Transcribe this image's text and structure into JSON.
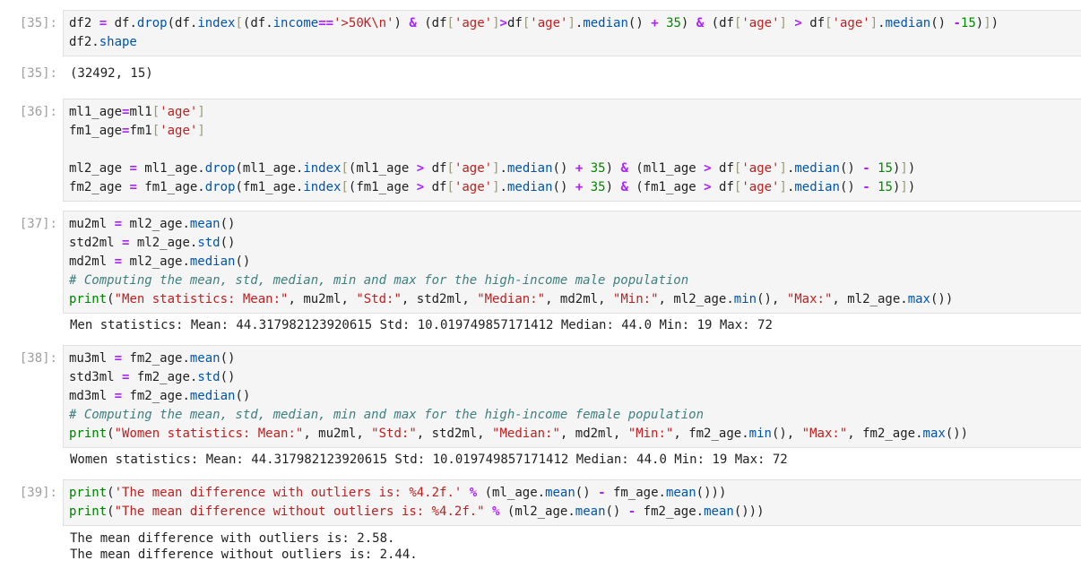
{
  "cells": [
    {
      "prompt": "[35]:",
      "out_prompt": "[35]:",
      "input": [
        [
          [
            "",
            "df2 "
          ],
          [
            "o",
            "="
          ],
          [
            "",
            " df."
          ],
          [
            "f",
            "drop"
          ],
          [
            "",
            "(df."
          ],
          [
            "f",
            "index"
          ],
          [
            "p",
            "["
          ],
          [
            "",
            "(df."
          ],
          [
            "f",
            "income"
          ],
          [
            "o",
            "=="
          ],
          [
            "s",
            "'>50K\\n'"
          ],
          [
            "",
            ") "
          ],
          [
            "o",
            "&"
          ],
          [
            "",
            " (df"
          ],
          [
            "p",
            "["
          ],
          [
            "s",
            "'age'"
          ],
          [
            "p",
            "]"
          ],
          [
            "o",
            ">"
          ],
          [
            "",
            "df"
          ],
          [
            "p",
            "["
          ],
          [
            "s",
            "'age'"
          ],
          [
            "p",
            "]"
          ],
          [
            "",
            "."
          ],
          [
            "f",
            "median"
          ],
          [
            "",
            "() "
          ],
          [
            "o",
            "+"
          ],
          [
            "",
            " "
          ],
          [
            "m",
            "35"
          ],
          [
            "",
            ") "
          ],
          [
            "o",
            "&"
          ],
          [
            "",
            " (df"
          ],
          [
            "p",
            "["
          ],
          [
            "s",
            "'age'"
          ],
          [
            "p",
            "]"
          ],
          [
            "",
            " "
          ],
          [
            "o",
            ">"
          ],
          [
            "",
            " df"
          ],
          [
            "p",
            "["
          ],
          [
            "s",
            "'age'"
          ],
          [
            "p",
            "]"
          ],
          [
            "",
            "."
          ],
          [
            "f",
            "median"
          ],
          [
            "",
            "() "
          ],
          [
            "o",
            "-"
          ],
          [
            "m",
            "15"
          ],
          [
            "",
            ")"
          ],
          [
            "p",
            "]"
          ],
          [
            "",
            ")"
          ]
        ],
        [
          [
            "",
            "df2."
          ],
          [
            "f",
            "shape"
          ]
        ]
      ],
      "output": [
        "(32492, 15)"
      ]
    },
    {
      "prompt": "[36]:",
      "input": [
        [
          [
            "",
            "ml1_age"
          ],
          [
            "o",
            "="
          ],
          [
            "",
            "ml1"
          ],
          [
            "p",
            "["
          ],
          [
            "s",
            "'age'"
          ],
          [
            "p",
            "]"
          ]
        ],
        [
          [
            "",
            "fm1_age"
          ],
          [
            "o",
            "="
          ],
          [
            "",
            "fm1"
          ],
          [
            "p",
            "["
          ],
          [
            "s",
            "'age'"
          ],
          [
            "p",
            "]"
          ]
        ],
        [],
        [
          [
            "",
            "ml2_age "
          ],
          [
            "o",
            "="
          ],
          [
            "",
            " ml1_age."
          ],
          [
            "f",
            "drop"
          ],
          [
            "",
            "(ml1_age."
          ],
          [
            "f",
            "index"
          ],
          [
            "p",
            "["
          ],
          [
            "",
            "(ml1_age "
          ],
          [
            "o",
            ">"
          ],
          [
            "",
            " df"
          ],
          [
            "p",
            "["
          ],
          [
            "s",
            "'age'"
          ],
          [
            "p",
            "]"
          ],
          [
            "",
            "."
          ],
          [
            "f",
            "median"
          ],
          [
            "",
            "() "
          ],
          [
            "o",
            "+"
          ],
          [
            "",
            " "
          ],
          [
            "m",
            "35"
          ],
          [
            "",
            ") "
          ],
          [
            "o",
            "&"
          ],
          [
            "",
            " (ml1_age "
          ],
          [
            "o",
            ">"
          ],
          [
            "",
            " df"
          ],
          [
            "p",
            "["
          ],
          [
            "s",
            "'age'"
          ],
          [
            "p",
            "]"
          ],
          [
            "",
            "."
          ],
          [
            "f",
            "median"
          ],
          [
            "",
            "() "
          ],
          [
            "o",
            "-"
          ],
          [
            "",
            " "
          ],
          [
            "m",
            "15"
          ],
          [
            "",
            ")"
          ],
          [
            "p",
            "]"
          ],
          [
            "",
            ")"
          ]
        ],
        [
          [
            "",
            "fm2_age "
          ],
          [
            "o",
            "="
          ],
          [
            "",
            " fm1_age."
          ],
          [
            "f",
            "drop"
          ],
          [
            "",
            "(fm1_age."
          ],
          [
            "f",
            "index"
          ],
          [
            "p",
            "["
          ],
          [
            "",
            "(fm1_age "
          ],
          [
            "o",
            ">"
          ],
          [
            "",
            " df"
          ],
          [
            "p",
            "["
          ],
          [
            "s",
            "'age'"
          ],
          [
            "p",
            "]"
          ],
          [
            "",
            "."
          ],
          [
            "f",
            "median"
          ],
          [
            "",
            "() "
          ],
          [
            "o",
            "+"
          ],
          [
            "",
            " "
          ],
          [
            "m",
            "35"
          ],
          [
            "",
            ") "
          ],
          [
            "o",
            "&"
          ],
          [
            "",
            " (fm1_age "
          ],
          [
            "o",
            ">"
          ],
          [
            "",
            " df"
          ],
          [
            "p",
            "["
          ],
          [
            "s",
            "'age'"
          ],
          [
            "p",
            "]"
          ],
          [
            "",
            "."
          ],
          [
            "f",
            "median"
          ],
          [
            "",
            "() "
          ],
          [
            "o",
            "-"
          ],
          [
            "",
            " "
          ],
          [
            "m",
            "15"
          ],
          [
            "",
            ")"
          ],
          [
            "p",
            "]"
          ],
          [
            "",
            ")"
          ]
        ]
      ],
      "output": []
    },
    {
      "prompt": "[37]:",
      "input": [
        [
          [
            "",
            "mu2ml "
          ],
          [
            "o",
            "="
          ],
          [
            "",
            " ml2_age."
          ],
          [
            "f",
            "mean"
          ],
          [
            "",
            "()"
          ]
        ],
        [
          [
            "",
            "std2ml "
          ],
          [
            "o",
            "="
          ],
          [
            "",
            " ml2_age."
          ],
          [
            "f",
            "std"
          ],
          [
            "",
            "()"
          ]
        ],
        [
          [
            "",
            "md2ml "
          ],
          [
            "o",
            "="
          ],
          [
            "",
            " ml2_age."
          ],
          [
            "f",
            "median"
          ],
          [
            "",
            "()"
          ]
        ],
        [
          [
            "c",
            "# Computing the mean, std, median, min and max for the high-income male population"
          ]
        ],
        [
          [
            "k",
            "print"
          ],
          [
            "",
            "("
          ],
          [
            "s",
            "\"Men statistics: Mean:\""
          ],
          [
            "",
            ", mu2ml, "
          ],
          [
            "s",
            "\"Std:\""
          ],
          [
            "",
            ", std2ml, "
          ],
          [
            "s",
            "\"Median:\""
          ],
          [
            "",
            ", md2ml, "
          ],
          [
            "s",
            "\"Min:\""
          ],
          [
            "",
            ", ml2_age."
          ],
          [
            "f",
            "min"
          ],
          [
            "",
            "(), "
          ],
          [
            "s",
            "\"Max:\""
          ],
          [
            "",
            ", ml2_age."
          ],
          [
            "f",
            "max"
          ],
          [
            "",
            "())"
          ]
        ]
      ],
      "output": [
        "Men statistics: Mean: 44.317982123920615 Std: 10.019749857171412 Median: 44.0 Min: 19 Max: 72"
      ]
    },
    {
      "prompt": "[38]:",
      "input": [
        [
          [
            "",
            "mu3ml "
          ],
          [
            "o",
            "="
          ],
          [
            "",
            " fm2_age."
          ],
          [
            "f",
            "mean"
          ],
          [
            "",
            "()"
          ]
        ],
        [
          [
            "",
            "std3ml "
          ],
          [
            "o",
            "="
          ],
          [
            "",
            " fm2_age."
          ],
          [
            "f",
            "std"
          ],
          [
            "",
            "()"
          ]
        ],
        [
          [
            "",
            "md3ml "
          ],
          [
            "o",
            "="
          ],
          [
            "",
            " fm2_age."
          ],
          [
            "f",
            "median"
          ],
          [
            "",
            "()"
          ]
        ],
        [
          [
            "c",
            "# Computing the mean, std, median, min and max for the high-income female population"
          ]
        ],
        [
          [
            "k",
            "print"
          ],
          [
            "",
            "("
          ],
          [
            "s",
            "\"Women statistics: Mean:\""
          ],
          [
            "",
            ", mu2ml, "
          ],
          [
            "s",
            "\"Std:\""
          ],
          [
            "",
            ", std2ml, "
          ],
          [
            "s",
            "\"Median:\""
          ],
          [
            "",
            ", md2ml, "
          ],
          [
            "s",
            "\"Min:\""
          ],
          [
            "",
            ", fm2_age."
          ],
          [
            "f",
            "min"
          ],
          [
            "",
            "(), "
          ],
          [
            "s",
            "\"Max:\""
          ],
          [
            "",
            ", fm2_age."
          ],
          [
            "f",
            "max"
          ],
          [
            "",
            "())"
          ]
        ]
      ],
      "output": [
        "Women statistics: Mean: 44.317982123920615 Std: 10.019749857171412 Median: 44.0 Min: 19 Max: 72"
      ]
    },
    {
      "prompt": "[39]:",
      "input": [
        [
          [
            "k",
            "print"
          ],
          [
            "",
            "("
          ],
          [
            "s",
            "'The mean difference with outliers is: %4.2f.'"
          ],
          [
            "",
            " "
          ],
          [
            "o",
            "%"
          ],
          [
            "",
            " (ml_age."
          ],
          [
            "f",
            "mean"
          ],
          [
            "",
            "() "
          ],
          [
            "o",
            "-"
          ],
          [
            "",
            " fm_age."
          ],
          [
            "f",
            "mean"
          ],
          [
            "",
            "()))"
          ]
        ],
        [
          [
            "k",
            "print"
          ],
          [
            "",
            "("
          ],
          [
            "s",
            "\"The mean difference without outliers is: %4.2f.\""
          ],
          [
            "",
            " "
          ],
          [
            "o",
            "%"
          ],
          [
            "",
            " (ml2_age."
          ],
          [
            "f",
            "mean"
          ],
          [
            "",
            "() "
          ],
          [
            "o",
            "-"
          ],
          [
            "",
            " fm2_age."
          ],
          [
            "f",
            "mean"
          ],
          [
            "",
            "()))"
          ]
        ]
      ],
      "output": [
        "The mean difference with outliers is: 2.58.",
        "The mean difference without outliers is: 2.44."
      ]
    }
  ]
}
